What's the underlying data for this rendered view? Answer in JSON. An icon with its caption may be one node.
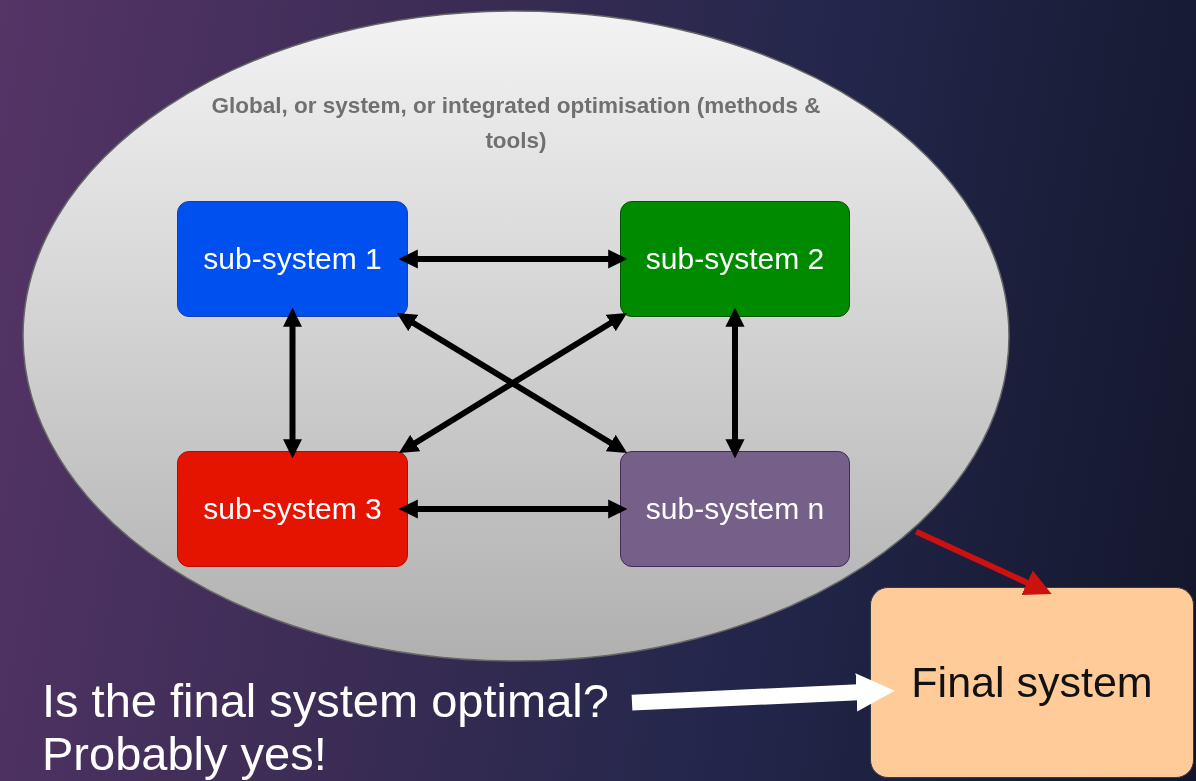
{
  "diagram": {
    "nodes": [
      {
        "text": [
          "Global, or system, or integrated optimisation (methods & tools)"
        ]
      },
      {
        "text": [
          "sub-system 1"
        ],
        "in": 0
      },
      {
        "text": [
          "sub-system 2"
        ],
        "in": 0
      },
      {
        "text": [
          "sub-system 3"
        ],
        "in": 0
      },
      {
        "text": [
          "sub-system n"
        ],
        "in": 0
      },
      {
        "text": [
          "Final system"
        ]
      },
      {
        "text": [
          "Is the final system optimal?",
          "Probably yes!"
        ]
      }
    ],
    "edges": [
      {
        "from": 1,
        "to": 2,
        "arrow": "both"
      },
      {
        "from": 1,
        "to": 3,
        "arrow": "both"
      },
      {
        "from": 2,
        "to": 4,
        "arrow": "both"
      },
      {
        "from": 3,
        "to": 4,
        "arrow": "both"
      },
      {
        "from": 1,
        "to": 4,
        "arrow": "both"
      },
      {
        "from": 3,
        "to": 2,
        "arrow": "both"
      },
      {
        "from": 0,
        "to": 5,
        "arrow": "to",
        "color": "#cc1111"
      },
      {
        "from": 6,
        "to": 5,
        "arrow": "to",
        "style": "thick",
        "color": "#ffffff"
      }
    ]
  }
}
